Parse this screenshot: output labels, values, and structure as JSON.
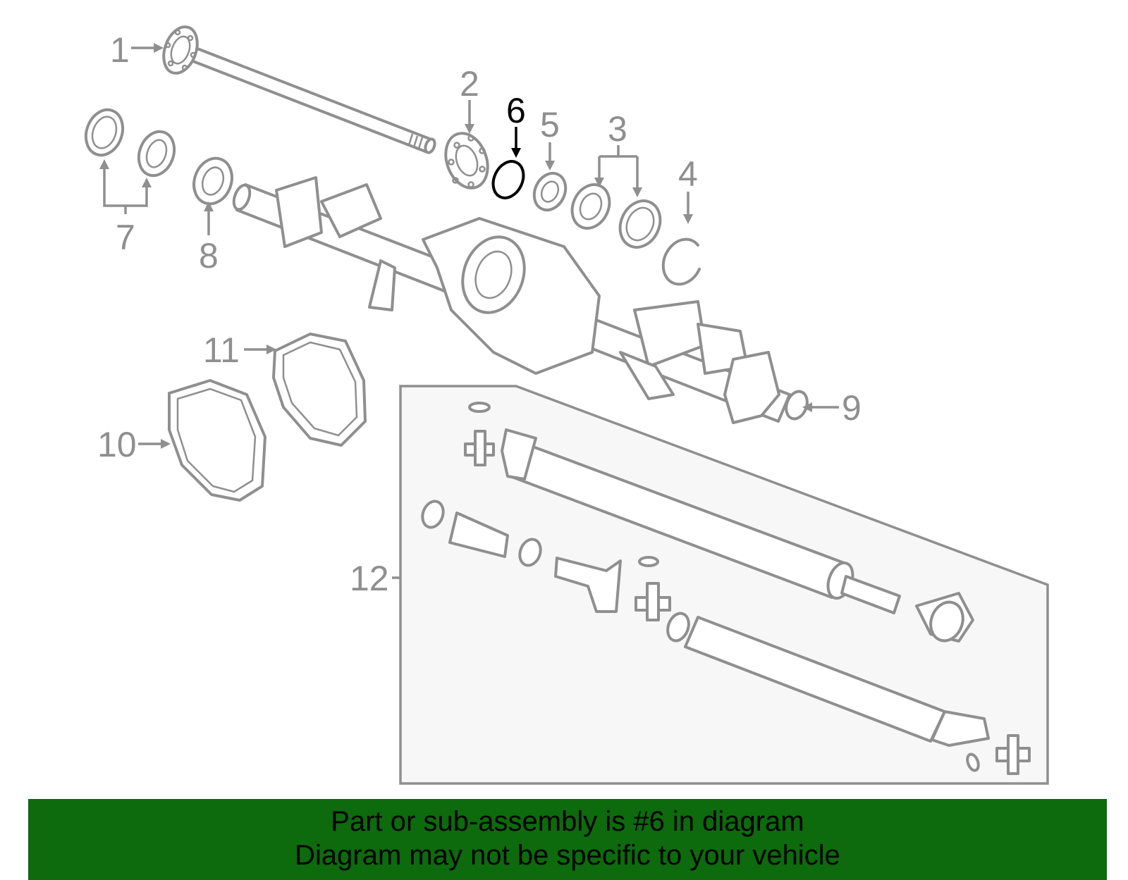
{
  "callouts": {
    "c1": "1",
    "c2": "2",
    "c3": "3",
    "c4": "4",
    "c5": "5",
    "c6": "6",
    "c7": "7",
    "c8": "8",
    "c9": "9",
    "c10": "10",
    "c11": "11",
    "c12": "12"
  },
  "highlighted_part": "6",
  "colors": {
    "line": "#8f8f8f",
    "highlight": "#000000",
    "banner": "#0d6a0d",
    "inset_bg": "#f7f7f7"
  },
  "banner": {
    "line1": "Part or sub-assembly is #6 in diagram",
    "line2": "Diagram may not be specific to your vehicle"
  }
}
